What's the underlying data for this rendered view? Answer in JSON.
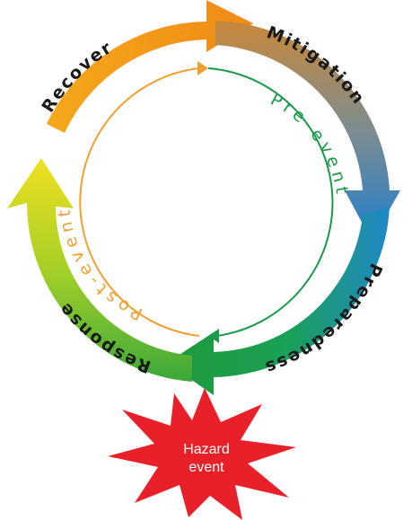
{
  "diagram": {
    "phases": {
      "recover": "Recover",
      "mitigation": "Mitigation",
      "preparedness": "Preparedness",
      "response": "Response"
    },
    "inner_labels": {
      "pre_event": "Pre-event",
      "post_event": "Post-event"
    },
    "hazard": {
      "line1": "Hazard",
      "line2": "event"
    },
    "colors": {
      "recover": "#f39a1e",
      "mitigation": "#8c8c8c",
      "preparedness": "#1d7fd0",
      "response_green": "#1e9a3c",
      "response_yellow": "#d4e01c",
      "pre_event_arc": "#1a9a4a",
      "post_event_arc": "#f0a030",
      "hazard_burst": "#e8202a"
    }
  }
}
